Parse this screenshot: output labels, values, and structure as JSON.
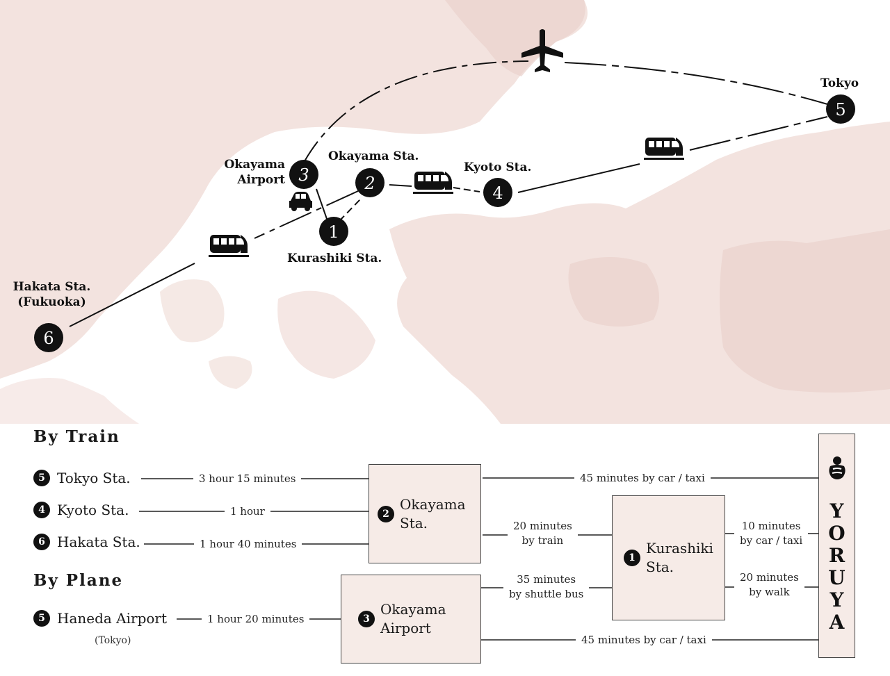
{
  "map": {
    "stations": [
      {
        "num": "1",
        "name_lines": [
          "Kurashiki Sta."
        ]
      },
      {
        "num": "2",
        "name_lines": [
          "Okayama Sta."
        ]
      },
      {
        "num": "3",
        "name_lines": [
          "Okayama",
          "Airport"
        ]
      },
      {
        "num": "4",
        "name_lines": [
          "Kyoto Sta."
        ]
      },
      {
        "num": "5",
        "name_lines": [
          "Tokyo"
        ]
      },
      {
        "num": "6",
        "name_lines": [
          "Hakata Sta.",
          "(Fukuoka)"
        ]
      }
    ],
    "icons": [
      "plane-icon",
      "train-icon",
      "car-icon"
    ]
  },
  "by_train": {
    "title": "By Train",
    "routes": [
      {
        "num": "5",
        "origin": "Tokyo Sta.",
        "duration": "3 hour 15 minutes"
      },
      {
        "num": "4",
        "origin": "Kyoto Sta.",
        "duration": "1 hour"
      },
      {
        "num": "6",
        "origin": "Hakata Sta.",
        "duration": "1 hour 40 minutes"
      }
    ]
  },
  "by_plane": {
    "title": "By Plane",
    "routes": [
      {
        "num": "5",
        "origin": "Haneda Airport",
        "sub": "(Tokyo)",
        "duration": "1 hour 20 minutes"
      }
    ]
  },
  "hubs": {
    "okayama_sta": {
      "num": "2",
      "lines": [
        "Okayama",
        "Sta."
      ]
    },
    "okayama_airport": {
      "num": "3",
      "lines": [
        "Okayama",
        "Airport"
      ]
    },
    "kurashiki_sta": {
      "num": "1",
      "lines": [
        "Kurashiki",
        "Sta."
      ]
    }
  },
  "connections": {
    "okayama_sta_to_yoruya": "45 minutes by car / taxi",
    "okayama_sta_to_kurashiki": [
      "20 minutes",
      "by train"
    ],
    "airport_to_kurashiki": [
      "35 minutes",
      "by shuttle bus"
    ],
    "airport_to_yoruya": "45 minutes by car / taxi",
    "kurashiki_to_yoruya_car": [
      "10 minutes",
      "by car / taxi"
    ],
    "kurashiki_to_yoruya_walk": [
      "20 minutes",
      "by walk"
    ]
  },
  "destination": {
    "name_letters": [
      "Y",
      "O",
      "R",
      "U",
      "Y",
      "A"
    ],
    "logo_icon": "yoruya-crest-icon"
  },
  "colors": {
    "land": "#f3e3df",
    "land_dark": "#ead2cc",
    "box": "#f6ebe7",
    "ink": "#111111"
  }
}
